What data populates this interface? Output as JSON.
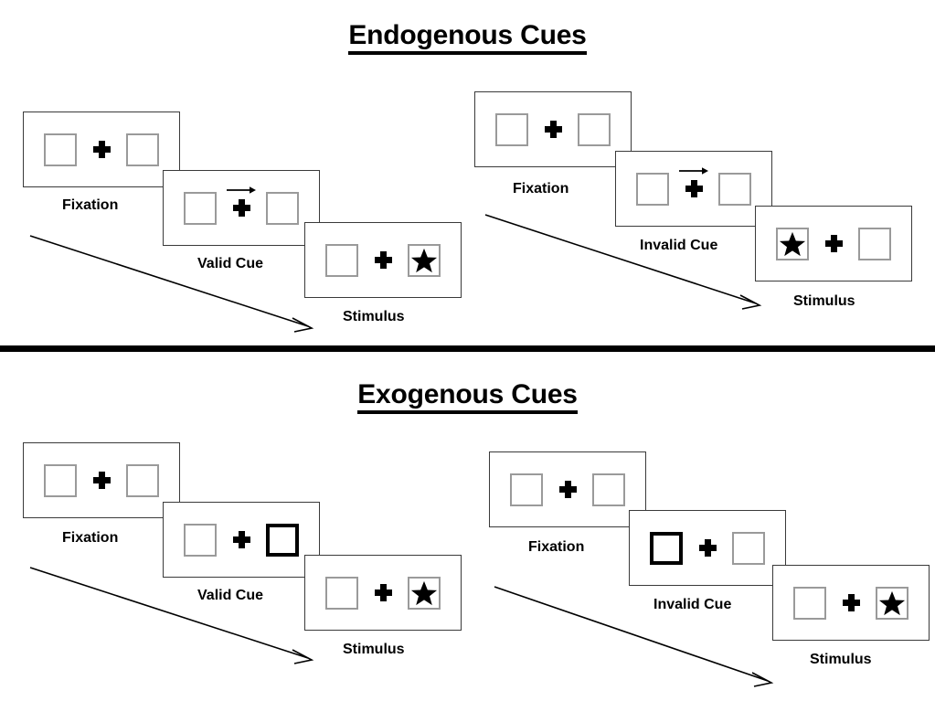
{
  "figure": {
    "title_endogenous": "Endogenous Cues",
    "title_exogenous": "Exogenous Cues",
    "divider_color": "#000000"
  },
  "labels": {
    "fixation": "Fixation",
    "valid_cue": "Valid Cue",
    "invalid_cue": "Invalid Cue",
    "stimulus": "Stimulus"
  },
  "colors": {
    "frame_border": "#3a3a3a",
    "placeholder_border": "#9a9a9a",
    "cued_box_border": "#000000",
    "star_fill": "#000000",
    "fixation_cross": "#000000",
    "background": "#ffffff"
  },
  "icons": {
    "fixation_cross": "plus-icon",
    "cue_arrow_right": "arrow-right-icon",
    "target_star": "star-icon",
    "time_flow_arrow": "diagonal-arrow-icon"
  },
  "sequences": [
    {
      "id": "endogenous-valid",
      "condition": "Endogenous",
      "validity": "Valid",
      "frames": [
        {
          "caption": "Fixation",
          "left_box": "empty",
          "right_box": "empty",
          "center": "fixation-cross",
          "cue": "none"
        },
        {
          "caption": "Valid Cue",
          "left_box": "empty",
          "right_box": "empty",
          "center": "fixation-cross",
          "cue": "central-arrow-right"
        },
        {
          "caption": "Stimulus",
          "left_box": "empty",
          "right_box": "star",
          "center": "fixation-cross",
          "cue": "none"
        }
      ]
    },
    {
      "id": "endogenous-invalid",
      "condition": "Endogenous",
      "validity": "Invalid",
      "frames": [
        {
          "caption": "Fixation",
          "left_box": "empty",
          "right_box": "empty",
          "center": "fixation-cross",
          "cue": "none"
        },
        {
          "caption": "Invalid Cue",
          "left_box": "empty",
          "right_box": "empty",
          "center": "fixation-cross",
          "cue": "central-arrow-right"
        },
        {
          "caption": "Stimulus",
          "left_box": "star",
          "right_box": "empty",
          "center": "fixation-cross",
          "cue": "none"
        }
      ]
    },
    {
      "id": "exogenous-valid",
      "condition": "Exogenous",
      "validity": "Valid",
      "frames": [
        {
          "caption": "Fixation",
          "left_box": "empty",
          "right_box": "empty",
          "center": "fixation-cross",
          "cue": "none"
        },
        {
          "caption": "Valid Cue",
          "left_box": "empty",
          "right_box": "highlighted",
          "center": "fixation-cross",
          "cue": "peripheral-right"
        },
        {
          "caption": "Stimulus",
          "left_box": "empty",
          "right_box": "star",
          "center": "fixation-cross",
          "cue": "none"
        }
      ]
    },
    {
      "id": "exogenous-invalid",
      "condition": "Exogenous",
      "validity": "Invalid",
      "frames": [
        {
          "caption": "Fixation",
          "left_box": "empty",
          "right_box": "empty",
          "center": "fixation-cross",
          "cue": "none"
        },
        {
          "caption": "Invalid Cue",
          "left_box": "highlighted",
          "right_box": "empty",
          "center": "fixation-cross",
          "cue": "peripheral-left"
        },
        {
          "caption": "Stimulus",
          "left_box": "empty",
          "right_box": "star",
          "center": "fixation-cross",
          "cue": "none"
        }
      ]
    }
  ]
}
